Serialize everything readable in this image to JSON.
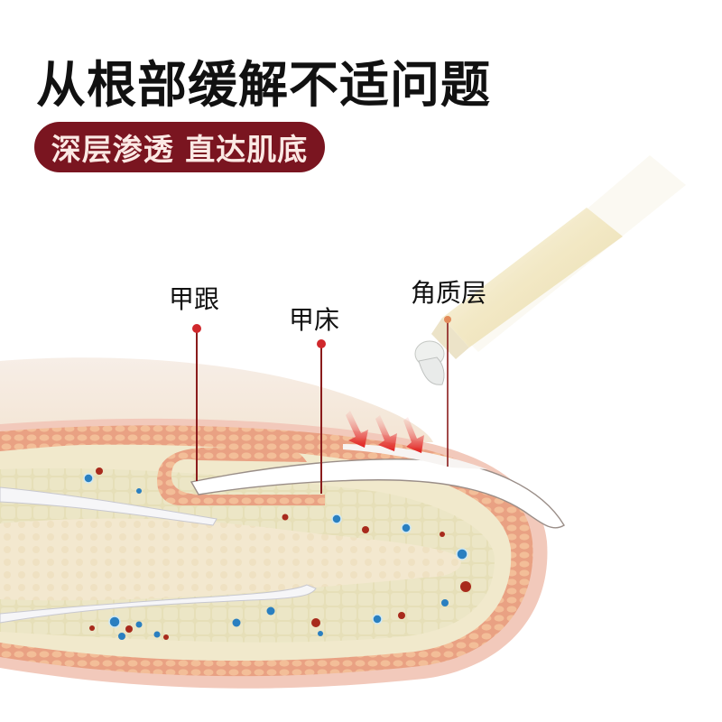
{
  "header": {
    "headline": "从根部缓解不适问题",
    "badge": "深层渗透 直达肌底"
  },
  "diagram": {
    "labels": [
      {
        "id": "nail-root",
        "text": "甲跟"
      },
      {
        "id": "nail-bed",
        "text": "甲床"
      },
      {
        "id": "stratum-corneum",
        "text": "角质层"
      }
    ],
    "icons": [
      "dropper-icon",
      "penetration-arrow-icon"
    ],
    "colors": {
      "badge_bg": "#7a1520",
      "badge_text": "#fbe9e4",
      "pointer": "#b0202a",
      "arrow": "#e02020",
      "skin": "#e9a38a",
      "tissue": "#efe6c4",
      "vessel_blue": "#2a7fc0",
      "vessel_red": "#a82a1c"
    }
  }
}
